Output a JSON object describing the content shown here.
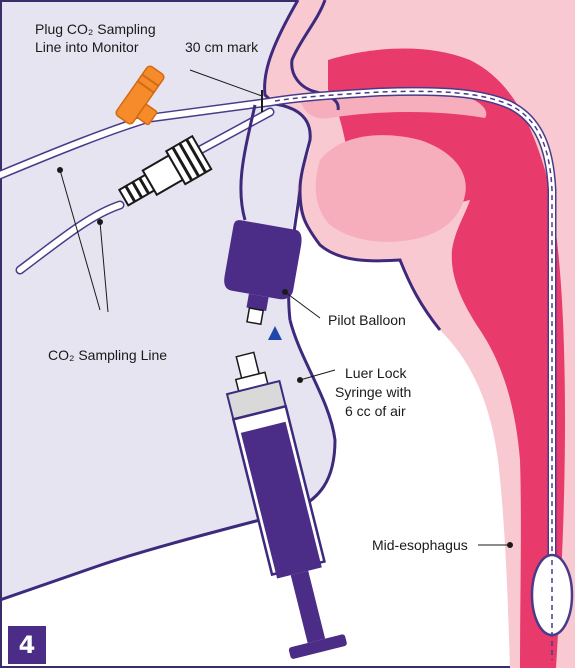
{
  "diagram": {
    "step_number": "4",
    "labels": {
      "plug_line1": "Plug CO₂ Sampling",
      "plug_line2": "Line into Monitor",
      "cm_mark": "30 cm mark",
      "pilot_balloon": "Pilot Balloon",
      "syringe_line1": "Luer Lock",
      "syringe_line2": "Syringe with",
      "syringe_line3": "6 cc of air",
      "sampling_line": "CO₂ Sampling Line",
      "mid_esophagus": "Mid-esophagus"
    }
  }
}
